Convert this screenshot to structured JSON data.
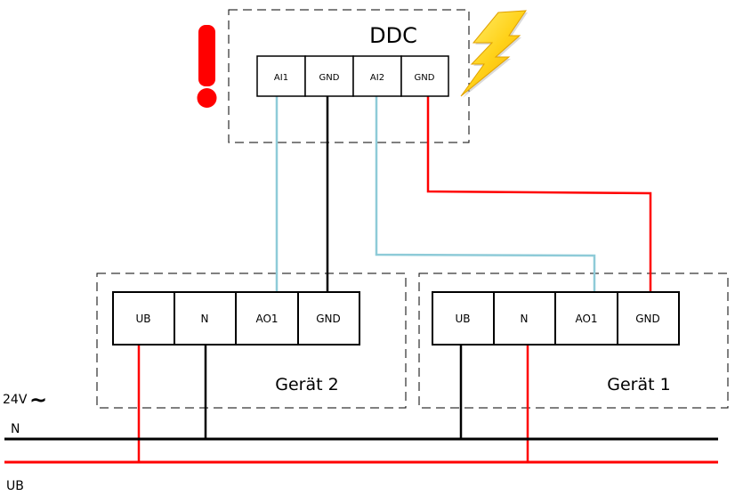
{
  "diagram": {
    "ddc": {
      "title": "DDC",
      "terminals": [
        "AI1",
        "GND",
        "AI2",
        "GND"
      ]
    },
    "device2": {
      "title": "Gerät 2",
      "terminals": [
        "UB",
        "N",
        "AO1",
        "GND"
      ]
    },
    "device1": {
      "title": "Gerät 1",
      "terminals": [
        "UB",
        "N",
        "AO1",
        "GND"
      ]
    },
    "supply": {
      "voltage_label": "24V",
      "ac_symbol": "~",
      "neutral_label": "N",
      "ub_label": "UB"
    },
    "icons": {
      "warning": "exclamation-icon",
      "lightning": "lightning-bolt-icon"
    },
    "colors": {
      "signal_wire": "#8ecbd8",
      "ground_wire": "#000000",
      "supply_wire": "#ff0000",
      "warning": "#ff0000",
      "bolt_fill": "#ffd21a",
      "bolt_stroke": "#e0a000"
    }
  }
}
